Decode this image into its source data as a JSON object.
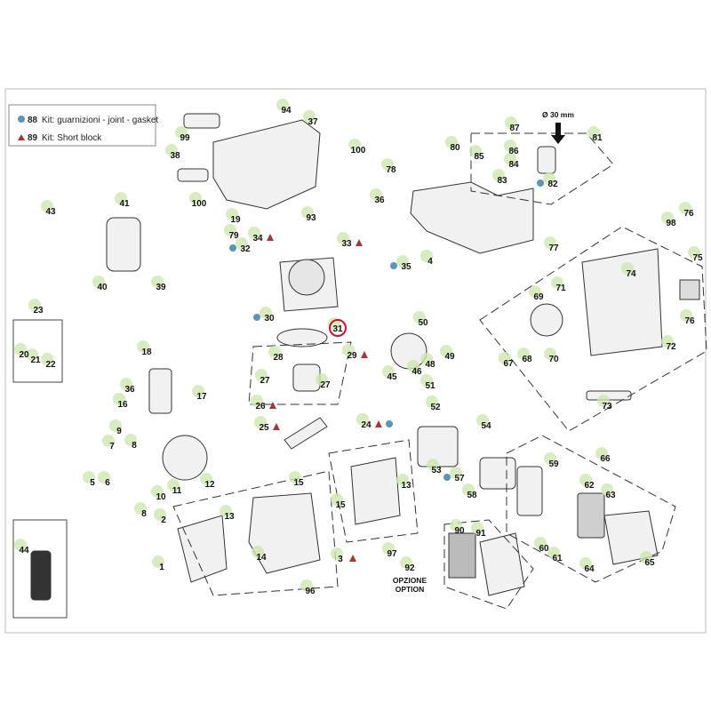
{
  "legend": {
    "items": [
      {
        "number": "88",
        "text": "Kit: guarnizioni - joint - gasket",
        "marker": "blue-circle"
      },
      {
        "number": "89",
        "text": "Kit: Short block",
        "marker": "red-triangle"
      }
    ]
  },
  "colors": {
    "blue_marker": "#5b95b8",
    "red_marker": "#a03a3a",
    "callout_dot": "#cfe6b0",
    "highlight_ring": "#c0182a"
  },
  "diameter_note": "Ø 30 mm",
  "option_note": {
    "line1": "OPZIONE",
    "line2": "OPTION"
  },
  "callouts": [
    "94",
    "37",
    "99",
    "100",
    "38",
    "100",
    "93",
    "36",
    "43",
    "41",
    "19",
    "79",
    "34",
    "33",
    "32",
    "35",
    "4",
    "40",
    "39",
    "78",
    "80",
    "87",
    "85",
    "86",
    "84",
    "83",
    "82",
    "81",
    "76",
    "98",
    "77",
    "75",
    "74",
    "69",
    "71",
    "76",
    "72",
    "67",
    "68",
    "70",
    "73",
    "23",
    "20",
    "21",
    "22",
    "30",
    "31",
    "50",
    "49",
    "48",
    "45",
    "46",
    "51",
    "29",
    "28",
    "27",
    "27",
    "18",
    "36",
    "17",
    "16",
    "26",
    "52",
    "25",
    "24",
    "54",
    "9",
    "7",
    "8",
    "53",
    "57",
    "58",
    "59",
    "66",
    "5",
    "6",
    "10",
    "11",
    "12",
    "15",
    "15",
    "13",
    "62",
    "63",
    "8",
    "13",
    "2",
    "14",
    "3",
    "97",
    "92",
    "90",
    "91",
    "60",
    "61",
    "64",
    "65",
    "1",
    "44",
    "96"
  ]
}
